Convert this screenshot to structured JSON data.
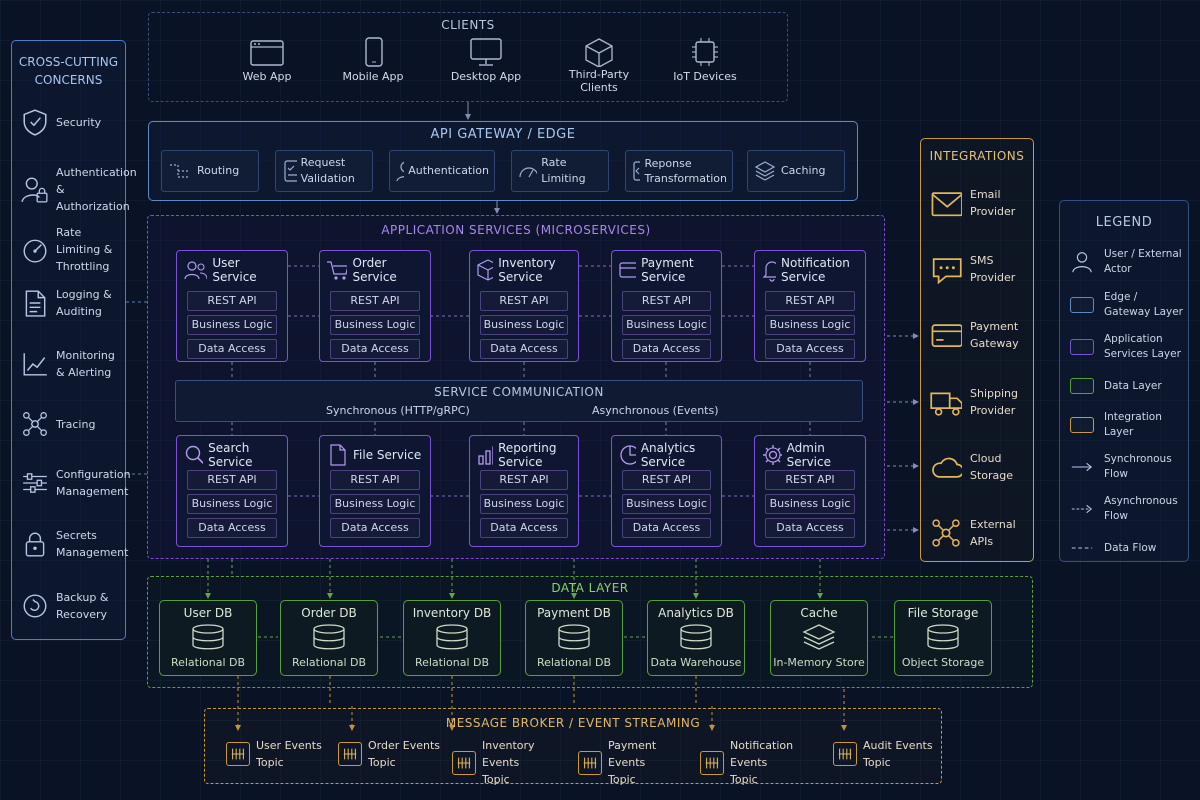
{
  "clients": {
    "title": "CLIENTS",
    "items": [
      {
        "label": "Web App",
        "icon": "browser-icon"
      },
      {
        "label": "Mobile App",
        "icon": "smartphone-icon"
      },
      {
        "label": "Desktop App",
        "icon": "monitor-icon"
      },
      {
        "label": "Third-Party Clients",
        "icon": "cube-icon"
      },
      {
        "label": "IoT Devices",
        "icon": "chip-icon"
      }
    ]
  },
  "gateway": {
    "title": "API GATEWAY / EDGE",
    "items": [
      {
        "label": "Routing",
        "icon": "routing-icon"
      },
      {
        "label": "Request Validation",
        "icon": "checklist-icon"
      },
      {
        "label": "Authentication",
        "icon": "user-icon"
      },
      {
        "label": "Rate Limiting",
        "icon": "gauge-icon"
      },
      {
        "label": "Reponse Transformation",
        "icon": "code-icon"
      },
      {
        "label": "Caching",
        "icon": "layers-icon"
      }
    ]
  },
  "services": {
    "title": "APPLICATION SERVICES (MICROSERVICES)",
    "layers": [
      "REST API",
      "Business Logic",
      "Data Access"
    ],
    "top": [
      {
        "name": "User Service",
        "icon": "users-icon"
      },
      {
        "name": "Order Service",
        "icon": "cart-icon"
      },
      {
        "name": "Inventory Service",
        "icon": "box-icon"
      },
      {
        "name": "Payment Service",
        "icon": "card-icon"
      },
      {
        "name": "Notification Service",
        "icon": "bell-icon"
      }
    ],
    "bottom": [
      {
        "name": "Search Service",
        "icon": "search-icon"
      },
      {
        "name": "File Service",
        "icon": "file-icon"
      },
      {
        "name": "Reporting Service",
        "icon": "bar-chart-icon"
      },
      {
        "name": "Analytics Service",
        "icon": "pie-chart-icon"
      },
      {
        "name": "Admin Service",
        "icon": "gear-icon"
      }
    ],
    "communication": {
      "title": "SERVICE COMMUNICATION",
      "sync": "Synchronous (HTTP/gRPC)",
      "async": "Asynchronous (Events)"
    }
  },
  "data_layer": {
    "title": "DATA LAYER",
    "items": [
      {
        "name": "User DB",
        "type": "Relational DB"
      },
      {
        "name": "Order DB",
        "type": "Relational DB"
      },
      {
        "name": "Inventory DB",
        "type": "Relational DB"
      },
      {
        "name": "Payment DB",
        "type": "Relational DB"
      },
      {
        "name": "Analytics DB",
        "type": "Data Warehouse"
      },
      {
        "name": "Cache",
        "type": "In-Memory Store"
      },
      {
        "name": "File Storage",
        "type": "Object Storage"
      }
    ]
  },
  "broker": {
    "title": "MESSAGE BROKER / EVENT STREAMING",
    "topics": [
      {
        "name": "User Events",
        "sub": "Topic"
      },
      {
        "name": "Order Events",
        "sub": "Topic"
      },
      {
        "name": "Inventory Events",
        "sub": "Topic"
      },
      {
        "name": "Payment Events",
        "sub": "Topic"
      },
      {
        "name": "Notification Events",
        "sub": "Topic"
      },
      {
        "name": "Audit Events",
        "sub": "Topic"
      }
    ]
  },
  "crosscutting": {
    "title": "CROSS-CUTTING CONCERNS",
    "items": [
      {
        "label": "Security",
        "icon": "shield-icon"
      },
      {
        "label": "Authentication & Authorization",
        "icon": "user-lock-icon"
      },
      {
        "label": "Rate Limiting & Throttling",
        "icon": "gauge-icon"
      },
      {
        "label": "Logging & Auditing",
        "icon": "document-icon"
      },
      {
        "label": "Monitoring & Alerting",
        "icon": "line-chart-icon"
      },
      {
        "label": "Tracing",
        "icon": "network-icon"
      },
      {
        "label": "Configuration Management",
        "icon": "sliders-icon"
      },
      {
        "label": "Secrets Management",
        "icon": "lock-icon"
      },
      {
        "label": "Backup & Recovery",
        "icon": "backup-icon"
      }
    ]
  },
  "integrations": {
    "title": "INTEGRATIONS",
    "items": [
      {
        "label": "Email Provider",
        "icon": "mail-icon"
      },
      {
        "label": "SMS Provider",
        "icon": "chat-icon"
      },
      {
        "label": "Payment Gateway",
        "icon": "card-icon"
      },
      {
        "label": "Shipping Provider",
        "icon": "truck-icon"
      },
      {
        "label": "Cloud Storage",
        "icon": "cloud-icon"
      },
      {
        "label": "External APIs",
        "icon": "network-icon"
      }
    ]
  },
  "legend": {
    "title": "LEGEND",
    "items": [
      {
        "label": "User / External Actor",
        "icon": "person-icon"
      },
      {
        "label": "Edge / Gateway Layer",
        "color": "#5f8ac2"
      },
      {
        "label": "Application Services Layer",
        "color": "#7c52d8"
      },
      {
        "label": "Data Layer",
        "color": "#5aa03a"
      },
      {
        "label": "Integration Layer",
        "color": "#c99a3c"
      },
      {
        "label": "Synchronous Flow",
        "icon": "solid-arrow-icon"
      },
      {
        "label": "Asynchronous Flow",
        "icon": "dashed-arrow-icon"
      },
      {
        "label": "Data Flow",
        "icon": "dotted-line-icon"
      }
    ]
  },
  "colors": {
    "gateway": "#5f8ac2",
    "services": "#7c52d8",
    "data": "#5aa03a",
    "integration": "#c99a3c",
    "broker": "#c89a3a"
  }
}
